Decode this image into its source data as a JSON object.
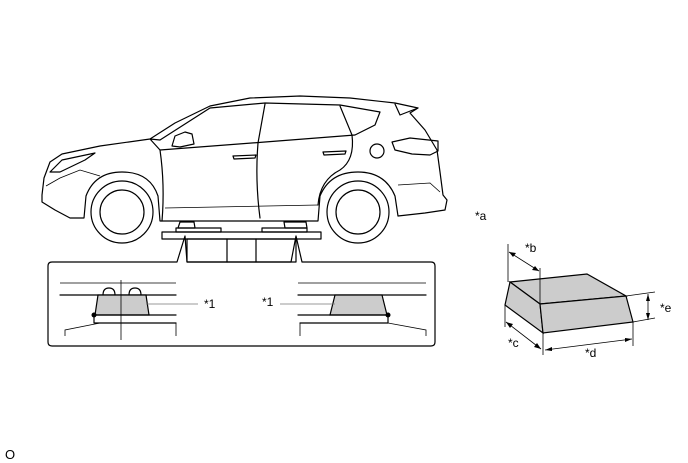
{
  "labels": {
    "a": "*a",
    "b": "*b",
    "c": "*c",
    "d": "*d",
    "e": "*e",
    "one_left": "*1",
    "one_right": "*1"
  },
  "footer": {
    "code": "O"
  },
  "icons": {
    "vehicle": "suv-side-view-icon",
    "lift": "vehicle-lift-icon",
    "block": "rubber-block-icon"
  },
  "colors": {
    "line": "#000000",
    "fill_grey": "#cccccc",
    "background": "#ffffff"
  }
}
